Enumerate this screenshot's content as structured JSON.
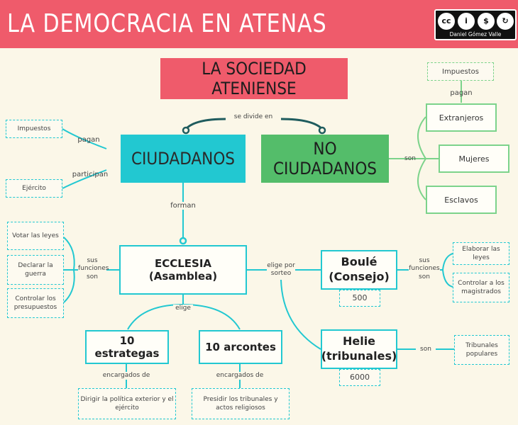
{
  "header": {
    "title": "LA DEMOCRACIA EN ATENAS",
    "background": "#ef5b6b",
    "license_badge": {
      "icons": [
        "cc-icon",
        "by-icon",
        "nc-icon",
        "sa-icon"
      ],
      "icon_glyphs": [
        "cc",
        "i",
        "$",
        "↻"
      ],
      "author": "Daniel Gómez Valle"
    }
  },
  "colors": {
    "red": "#ef5b6b",
    "cyan": "#22c8d1",
    "green": "#54bd6a",
    "light_green": "#7cd38b",
    "dark_teal": "#1f5c5e",
    "background": "#fbf7e8"
  },
  "nodes": {
    "root": "LA SOCIEDAD ATENIENSE",
    "ciudadanos": "CIUDADANOS",
    "no_ciudadanos": "NO CIUDADANOS",
    "ecclesia": "ECCLESIA (Asamblea)",
    "boule": "Boulé (Consejo)",
    "boule_count": "500",
    "helie": "Helie (tribunales)",
    "helie_count": "6000",
    "estrategas": "10 estrategas",
    "arcontes": "10 arcontes"
  },
  "ciudadanos_links": {
    "impuestos": "Impuestos",
    "ejercito": "Ejército",
    "pagan": "pagan",
    "participan": "participan"
  },
  "no_ciudadanos_links": {
    "son": "son",
    "pagan": "pagan",
    "impuestos": "Impuestos",
    "items": [
      "Extranjeros",
      "Mujeres",
      "Esclavos"
    ]
  },
  "ecclesia_functions": {
    "label": "sus funciones son",
    "items": [
      "Votar las leyes",
      "Declarar la guerra",
      "Controlar los presupuestos"
    ]
  },
  "boule_functions": {
    "label": "sus funciones son",
    "items": [
      "Elaborar las leyes",
      "Controlar a los magistrados"
    ]
  },
  "helie_functions": {
    "label": "son",
    "item": "Tribunales populares"
  },
  "connectors": {
    "se_divide_en": "se divide en",
    "forman": "forman",
    "elige": "elige",
    "elige_por_sorteo": "elige por sorteo"
  },
  "estrategas_role": {
    "label": "encargados de",
    "text": "Dirigir la política exterior y el ejército"
  },
  "arcontes_role": {
    "label": "encargados de",
    "text": "Presidir los tribunales y actos religiosos"
  }
}
